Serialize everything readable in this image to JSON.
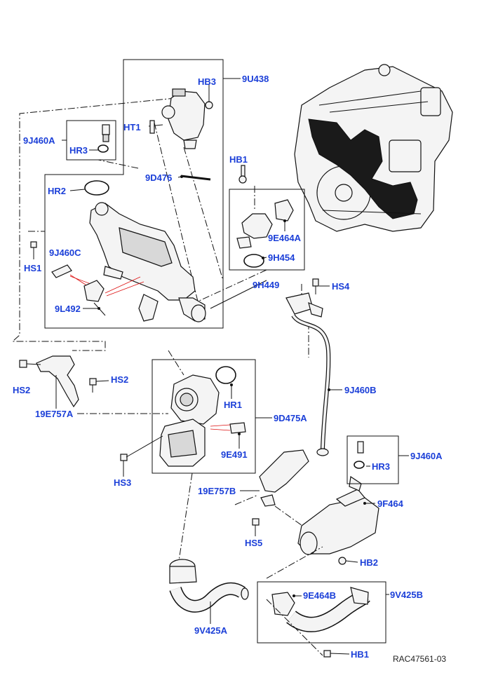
{
  "labels": {
    "u438": "9U438",
    "hb3": "HB3",
    "ht1": "HT1",
    "j460a_top": "9J460A",
    "hr3_top": "HR3",
    "d476": "9D476",
    "hb1_top": "HB1",
    "hr2": "HR2",
    "e464a": "9E464A",
    "j460c": "9J460C",
    "h454": "9H454",
    "hs1": "HS1",
    "h449": "9H449",
    "l492": "9L492",
    "hs4": "HS4",
    "hs2_left": "HS2",
    "hs2_right": "HS2",
    "e757a": "19E757A",
    "hr1": "HR1",
    "j460b": "9J460B",
    "d475a": "9D475A",
    "e491": "9E491",
    "j460a_right": "9J460A",
    "hr3_right": "HR3",
    "hs3": "HS3",
    "e757b": "19E757B",
    "f464": "9F464",
    "hs5": "HS5",
    "hb2": "HB2",
    "e464b": "9E464B",
    "v425b": "9V425B",
    "v425a": "9V425A",
    "hb1_bottom": "HB1"
  },
  "reference_code": "RAC47561-03",
  "colors": {
    "label": "#1b3fd8",
    "line": "#111111",
    "highlight": "#dd1111"
  }
}
